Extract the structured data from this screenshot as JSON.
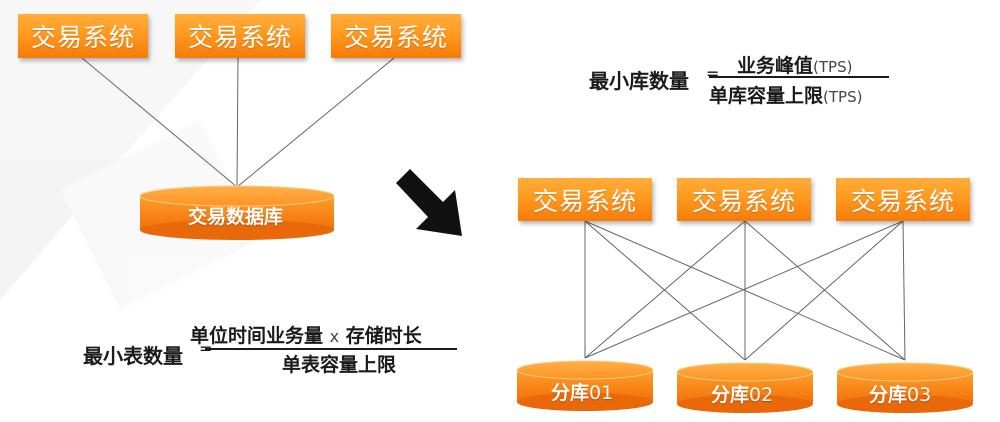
{
  "left": {
    "systems": [
      "交易系统",
      "交易系统",
      "交易系统"
    ],
    "database": "交易数据库"
  },
  "formula_db": {
    "lhs": "最小库数量",
    "eq": "=",
    "numerator": "业务峰值",
    "numerator_unit": "(TPS)",
    "denominator": "单库容量上限",
    "denominator_unit": "(TPS)"
  },
  "right": {
    "systems": [
      "交易系统",
      "交易系统",
      "交易系统"
    ],
    "shards": [
      {
        "prefix": "分库",
        "num": "01"
      },
      {
        "prefix": "分库",
        "num": "02"
      },
      {
        "prefix": "分库",
        "num": "03"
      }
    ]
  },
  "formula_table": {
    "lhs": "最小表数量",
    "eq": "=",
    "numerator_a": "单位时间业务量",
    "times": "x",
    "numerator_b": "存储时长",
    "denominator": "单表容量上限"
  },
  "colors": {
    "orange_top": "#ffae3c",
    "orange_bottom": "#f57b08",
    "line": "#555555",
    "arrow": "#111111"
  },
  "icons": {
    "arrow": "down-right-arrow-icon",
    "database": "database-cylinder-icon"
  }
}
